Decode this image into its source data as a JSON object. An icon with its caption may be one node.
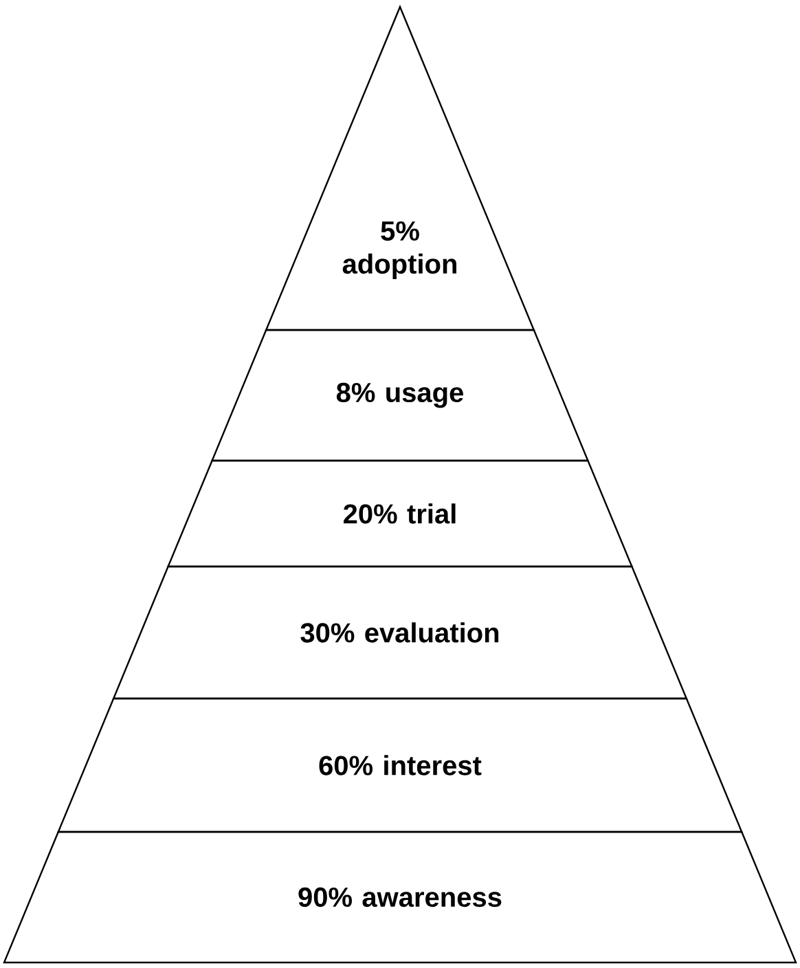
{
  "diagram": {
    "nodes": [
      {
        "text": [
          "5% adoption"
        ]
      },
      {
        "text": [
          "8% usage"
        ]
      },
      {
        "text": [
          "20% trial"
        ]
      },
      {
        "text": [
          "30% evaluation"
        ]
      },
      {
        "text": [
          "60% interest"
        ]
      },
      {
        "text": [
          "90% awareness"
        ]
      }
    ]
  }
}
